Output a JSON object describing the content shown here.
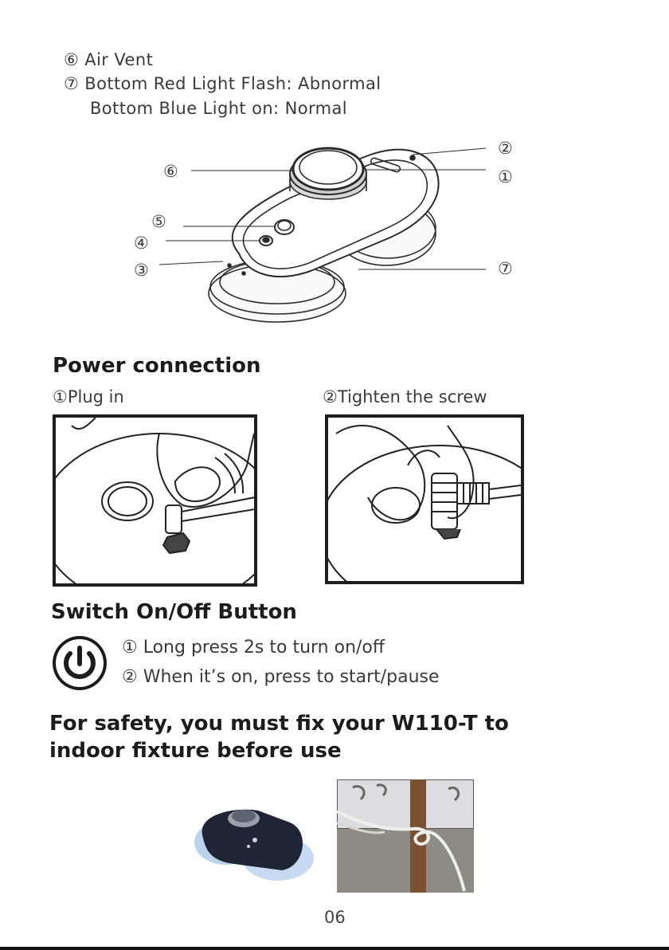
{
  "legend": {
    "item6": "⑥ Air Vent",
    "item7a": "⑦ Bottom Red Light Flash: Abnormal",
    "item7b": "Bottom Blue Light on: Normal"
  },
  "diagram_labels": {
    "c1": "①",
    "c2": "②",
    "c3": "③",
    "c4": "④",
    "c5": "⑤",
    "c6": "⑥",
    "c7": "⑦"
  },
  "power": {
    "title": "Power connection",
    "step1": "①Plug in",
    "step2": "②Tighten the screw"
  },
  "switch": {
    "title": "Switch On/Off Button",
    "line1": "① Long press 2s to turn on/off",
    "line2": "② When it’s on, press to start/pause"
  },
  "safety": {
    "line1": "For safety, you must fix your W110-T to",
    "line2": "indoor fixture before use"
  },
  "page_number": "06"
}
